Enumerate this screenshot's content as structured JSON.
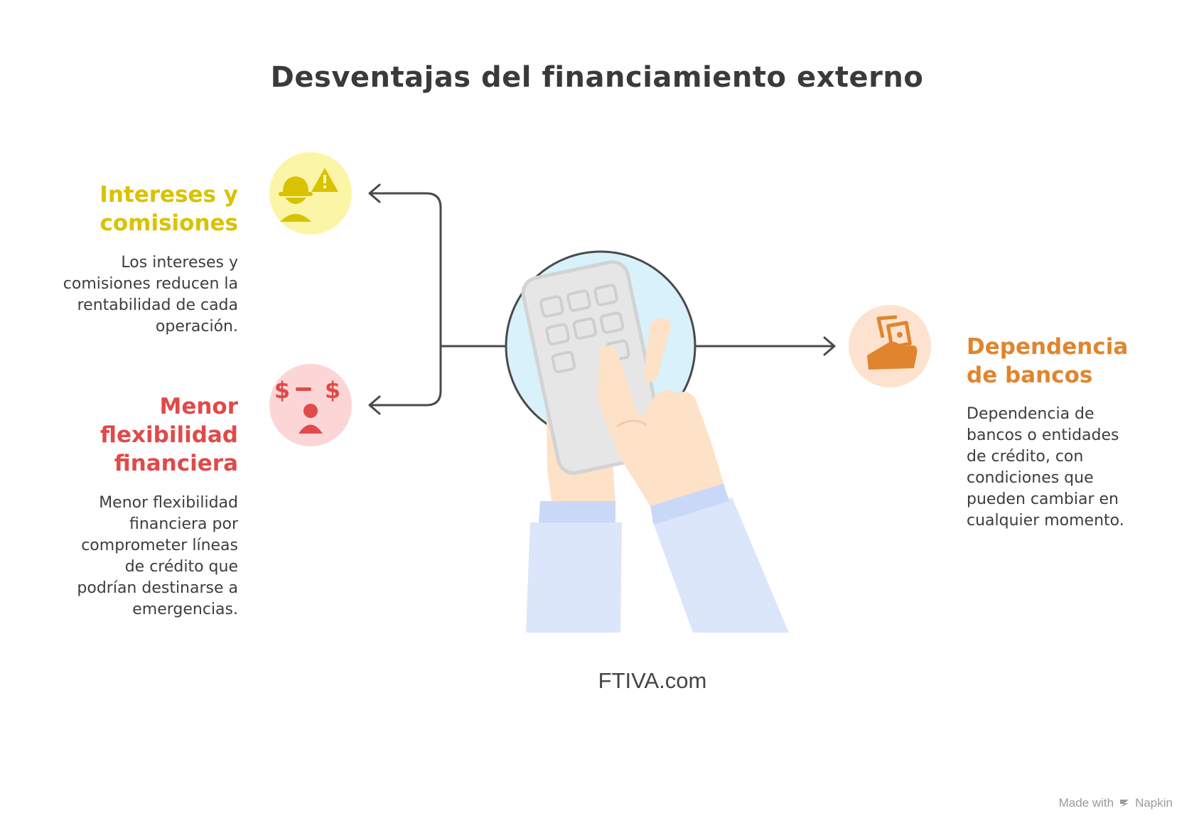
{
  "title": "Desventajas del financiamiento externo",
  "items": [
    {
      "heading_lines": [
        "Intereses y",
        "comisiones"
      ],
      "description_lines": [
        "Los intereses y",
        "comisiones reducen la",
        "rentabilidad de cada",
        "operación."
      ],
      "color": "#d9c200",
      "circle_color": "#fbf5a8",
      "icon": "worker-warning-icon"
    },
    {
      "heading_lines": [
        "Menor",
        "flexibilidad",
        "financiera"
      ],
      "description_lines": [
        "Menor flexibilidad",
        "financiera por",
        "comprometer líneas",
        "de crédito que",
        "podrían destinarse a",
        "emergencias."
      ],
      "color": "#e04a4a",
      "circle_color": "#fcd6d6",
      "icon": "money-person-icon"
    },
    {
      "heading_lines": [
        "Dependencia",
        "de bancos"
      ],
      "description_lines": [
        "Dependencia de",
        "bancos o entidades",
        "de crédito, con",
        "condiciones que",
        "pueden cambiar en",
        "cualquier momento."
      ],
      "color": "#e0852e",
      "circle_color": "#fde3cf",
      "icon": "hand-cards-icon"
    }
  ],
  "center_icon": "hand-calculator-icon",
  "footer_site": "FTIVA.com",
  "badge": {
    "prefix": "Made with",
    "brand": "Napkin",
    "icon": "napkin-logo-icon"
  }
}
